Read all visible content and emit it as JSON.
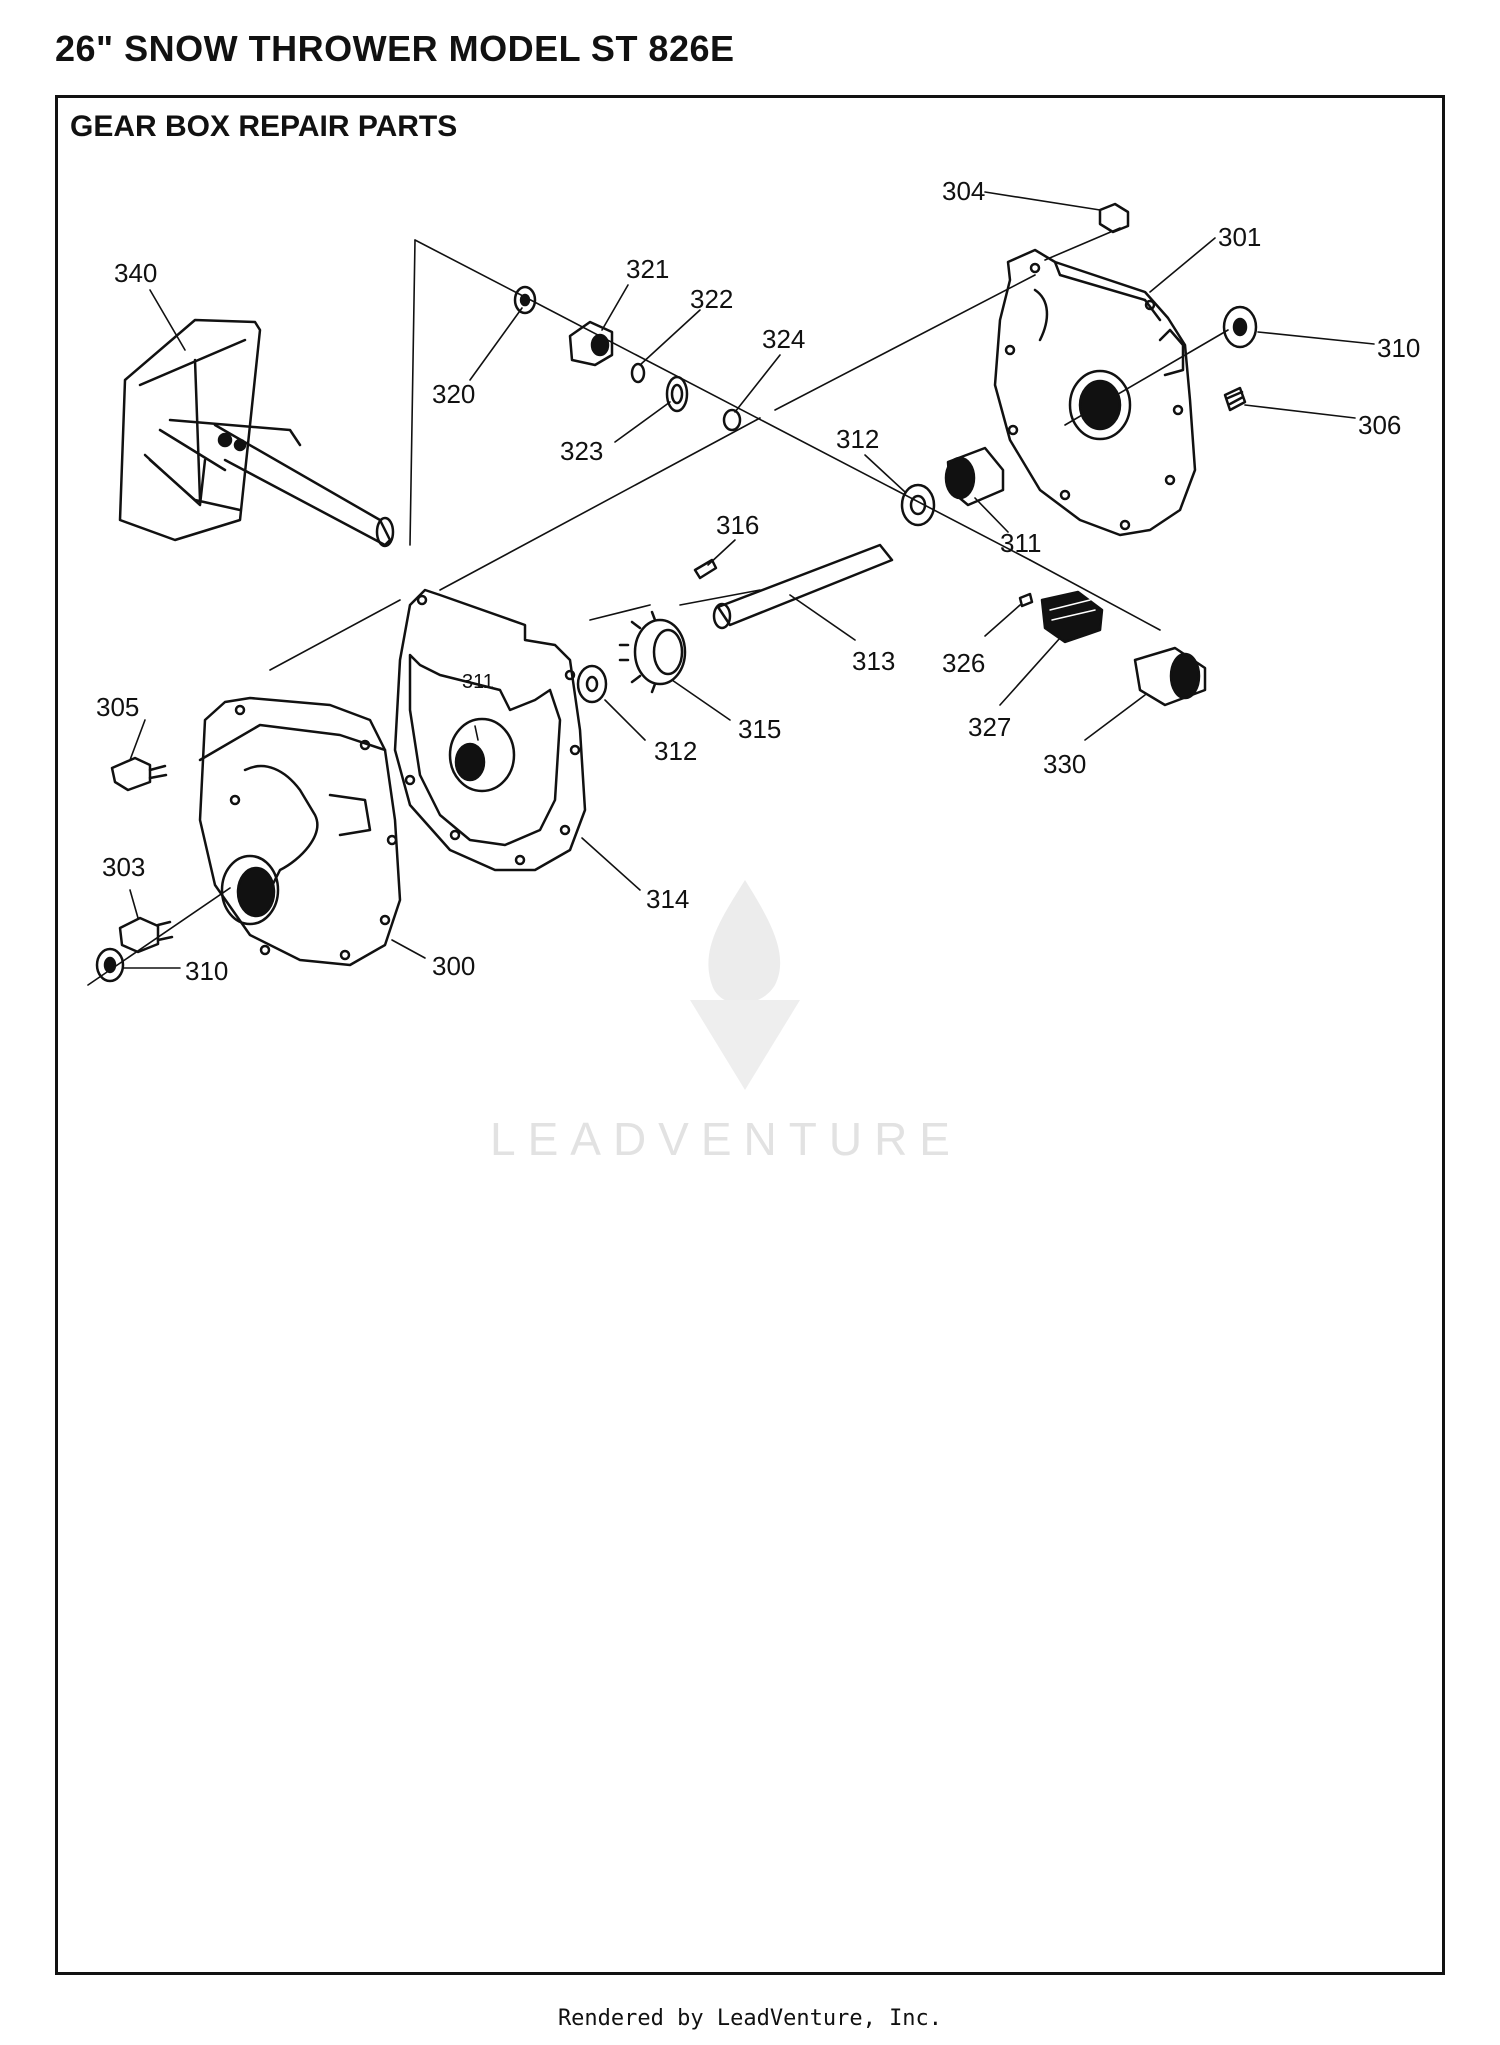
{
  "page": {
    "title": "26\" SNOW THROWER MODEL ST 826E",
    "section_title": "GEAR BOX REPAIR PARTS",
    "footer": "Rendered by LeadVenture, Inc.",
    "watermark": "LEADVENTURE"
  },
  "callouts": {
    "c304": "304",
    "c301": "301",
    "c340": "340",
    "c321": "321",
    "c322": "322",
    "c324": "324",
    "c320": "320",
    "c323": "323",
    "c310a": "310",
    "c306": "306",
    "c312a": "312",
    "c311a": "311",
    "c316": "316",
    "c313": "313",
    "c326": "326",
    "c305": "305",
    "c311b": "311",
    "c312b": "312",
    "c315": "315",
    "c327": "327",
    "c330": "330",
    "c303": "303",
    "c314": "314",
    "c310b": "310",
    "c300": "300"
  },
  "colors": {
    "ink": "#111111",
    "watermark": "#e2e2e2"
  }
}
